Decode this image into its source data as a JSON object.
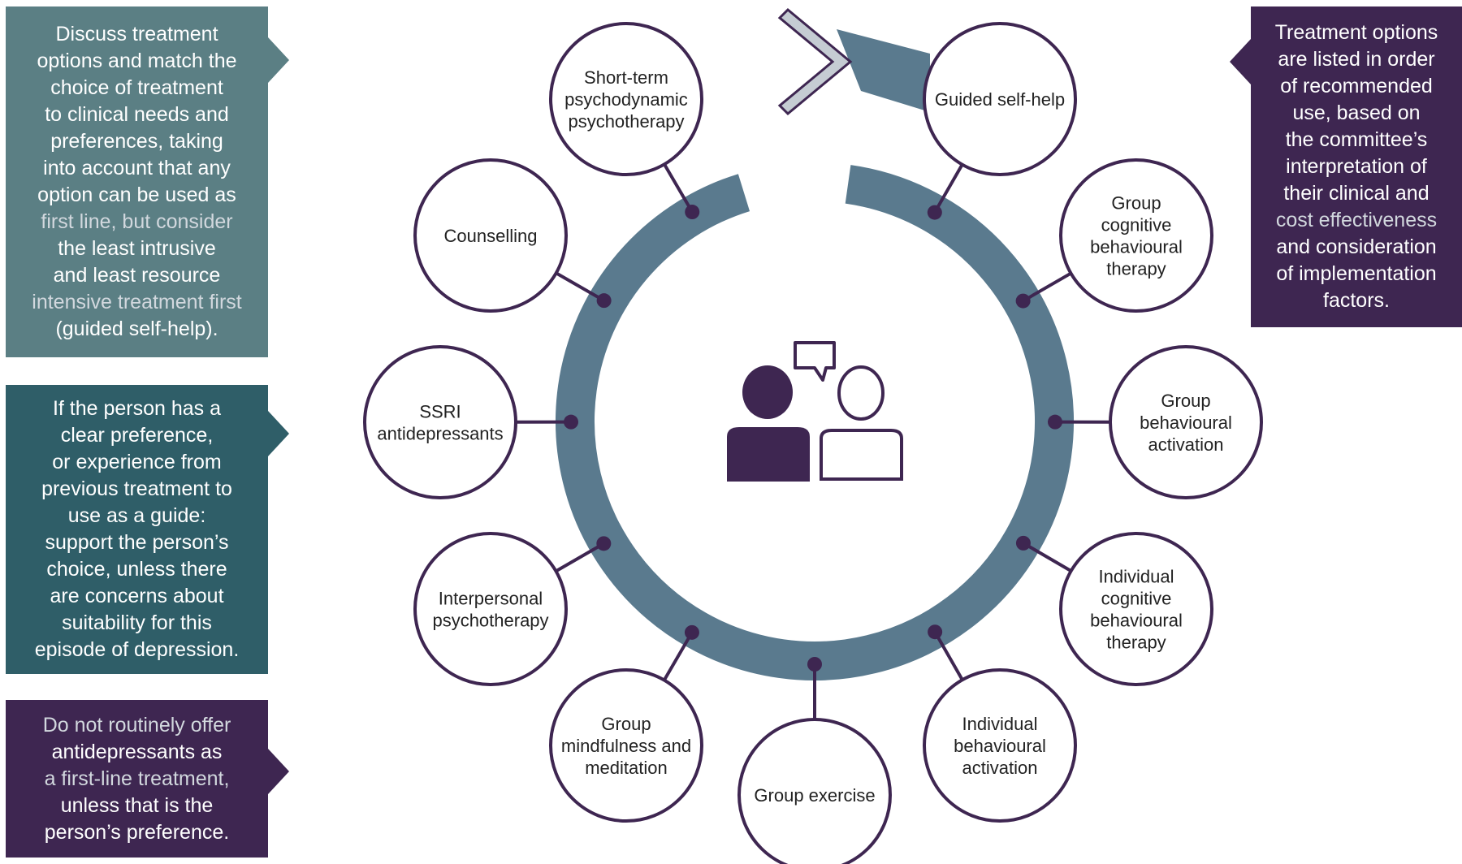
{
  "left_boxes": {
    "discuss": {
      "lines_before": "Discuss treatment\noptions and match the\nchoice of treatment\nto clinical needs and\npreferences, taking\ninto account that any\noption can be used as",
      "highlight1": "first line, but consider",
      "lines_middle": "the least intrusive\nand least resource",
      "highlight2": "intensive treatment first",
      "lines_after": "(guided self-help)."
    },
    "preference": {
      "text": "If the person has a\nclear preference,\nor experience from\nprevious treatment to\nuse as a guide:\nsupport the person’s\nchoice, unless there\nare concerns about\nsuitability for this\nepisode of depression."
    },
    "antidepressants": {
      "highlight1": "Do not routinely offer",
      "lines_middle": "antidepressants as",
      "highlight2": "a first-line treatment,",
      "lines_after": "unless that is the\nperson’s preference."
    }
  },
  "right_box": {
    "lines_before": "Treatment options\nare listed in order\nof recommended\nuse, based on\nthe committee’s\ninterpretation of\ntheir clinical and",
    "highlight": "cost effectiveness",
    "lines_after": "and consideration\nof implementation\nfactors."
  },
  "treatments": [
    {
      "order": 1,
      "lines": [
        "Guided self-help"
      ]
    },
    {
      "order": 2,
      "lines": [
        "Group",
        "cognitive",
        "behavioural",
        "therapy"
      ]
    },
    {
      "order": 3,
      "lines": [
        "Group",
        "behavioural",
        "activation"
      ]
    },
    {
      "order": 4,
      "lines": [
        "Individual",
        "cognitive",
        "behavioural",
        "therapy"
      ]
    },
    {
      "order": 5,
      "lines": [
        "Individual",
        "behavioural",
        "activation"
      ]
    },
    {
      "order": 6,
      "lines": [
        "Group exercise"
      ]
    },
    {
      "order": 7,
      "lines": [
        "Group",
        "mindfulness and",
        "meditation"
      ]
    },
    {
      "order": 8,
      "lines": [
        "Interpersonal",
        "psychotherapy"
      ]
    },
    {
      "order": 9,
      "lines": [
        "SSRI",
        "antidepressants"
      ]
    },
    {
      "order": 10,
      "lines": [
        "Counselling"
      ]
    },
    {
      "order": 11,
      "lines": [
        "Short-term",
        "psychodynamic",
        "psychotherapy"
      ]
    }
  ],
  "colors": {
    "ring": "#5a7a8e",
    "node_stroke": "#3e2651",
    "person_icon": "#3e2651",
    "chevron": "#c5ccd3",
    "discuss_box": "#5b7f84",
    "preference_box": "#2f5e68",
    "antidep_box": "#3e2651",
    "order_box": "#3e2651"
  },
  "icons": {
    "center": "people-conversation-icon",
    "start": "chevron-right-icon"
  }
}
